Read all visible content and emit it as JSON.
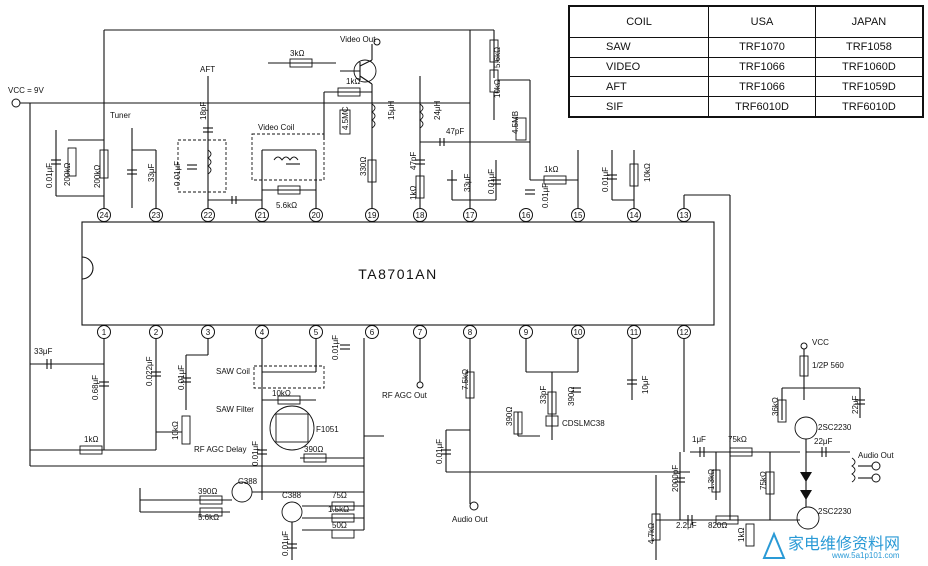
{
  "ic": {
    "name": "TA8701AN",
    "pins_top": [
      "24",
      "23",
      "22",
      "21",
      "20",
      "19",
      "18",
      "17",
      "16",
      "15",
      "14",
      "13"
    ],
    "pins_bottom": [
      "1",
      "2",
      "3",
      "4",
      "5",
      "6",
      "7",
      "8",
      "9",
      "10",
      "11",
      "12"
    ]
  },
  "table": {
    "headers": [
      "COIL",
      "USA",
      "JAPAN"
    ],
    "rows": [
      [
        "SAW",
        "TRF1070",
        "TRF1058"
      ],
      [
        "VIDEO",
        "TRF1066",
        "TRF1060D"
      ],
      [
        "AFT",
        "TRF1066",
        "TRF1059D"
      ],
      [
        "SIF",
        "TRF6010D",
        "TRF6010D"
      ]
    ]
  },
  "labels": {
    "vcc": "VCC = 9V",
    "video_out": "Video Out",
    "tuner": "Tuner",
    "aft": "AFT",
    "video_coil": "Video Coil",
    "saw_coil": "SAW Coil",
    "saw_filter": "SAW Filter",
    "rf_agc_delay": "RF AGC Delay",
    "rf_agc_out": "RF AGC Out",
    "audio_out_bottom": "Audio Out",
    "audio_out_right": "Audio Out",
    "vcc_right": "VCC",
    "half_2p560": "1/2P 560",
    "f1051": "F1051",
    "cdslmc38": "CDSLMC38",
    "c388a": "C388",
    "c388b": "C388",
    "tr1": "2SC2230",
    "tr2": "2SC2230",
    "x45mb": "4.5MB",
    "x45mc": "4.5MC"
  },
  "components": {
    "r_3k": "3kΩ",
    "r_56k_top": "5.6kΩ",
    "r_10k_top": "10kΩ",
    "r_1k_top": "1kΩ",
    "l_15uH": "15μH",
    "l_24uH": "24μH",
    "c_47pF_a": "47pF",
    "c_47pF_b": "47pF",
    "r_330": "330Ω",
    "r_1k_18": "1kΩ",
    "c_33uF_17": "33μF",
    "c_001_17": "0.01μF",
    "c_001_16": "0.01μF",
    "r_1k_15": "1kΩ",
    "c_001_14": "0.01μF",
    "r_10k_14": "10kΩ",
    "c_001_24": "0.01μF",
    "r_200k_a": "200kΩ",
    "r_200k_b": "200kΩ",
    "c_33uF_23": "33μF",
    "c_001_22": "0.01μF",
    "c_18pF": "18pF",
    "r_56k_21": "5.6kΩ",
    "c_33uF_1": "33μF",
    "c_068": "0.68μF",
    "r_1k_1": "1kΩ",
    "c_0022": "0.022μF",
    "c_001_3": "0.01μF",
    "r_10k_3": "10kΩ",
    "c_001_5": "0.01μF",
    "r_10k_saw": "10kΩ",
    "c_001_4": "0.01μF",
    "r_390_a": "390Ω",
    "r_75k_7": "7.5kΩ",
    "c_001_8": "0.01μF",
    "r_390_9": "390Ω",
    "c_33pF": "33pF",
    "r_390_10": "390Ω",
    "c_10uF": "10μF",
    "r_390_b": "390Ω",
    "r_56k_b": "5.6kΩ",
    "r_75": "75Ω",
    "r_15k": "1.5kΩ",
    "r_50": "50Ω",
    "c_001_b": "0.01μF",
    "c_1uF": "1μF",
    "r_75k_a": "75kΩ",
    "r_13k": "1.3kΩ",
    "r_75k_b": "75kΩ",
    "c_2000pF": "2000pF",
    "r_36k": "36kΩ",
    "c_22uF_a": "22μF",
    "c_22uF_b": "22μF",
    "r_47k": "4.7kΩ",
    "c_22uF_c": "2.2μF",
    "r_820": "820Ω",
    "r_1k_r": "1kΩ"
  },
  "watermark": {
    "title": "家电维修资料网",
    "url": "www.5a1p101.com"
  }
}
